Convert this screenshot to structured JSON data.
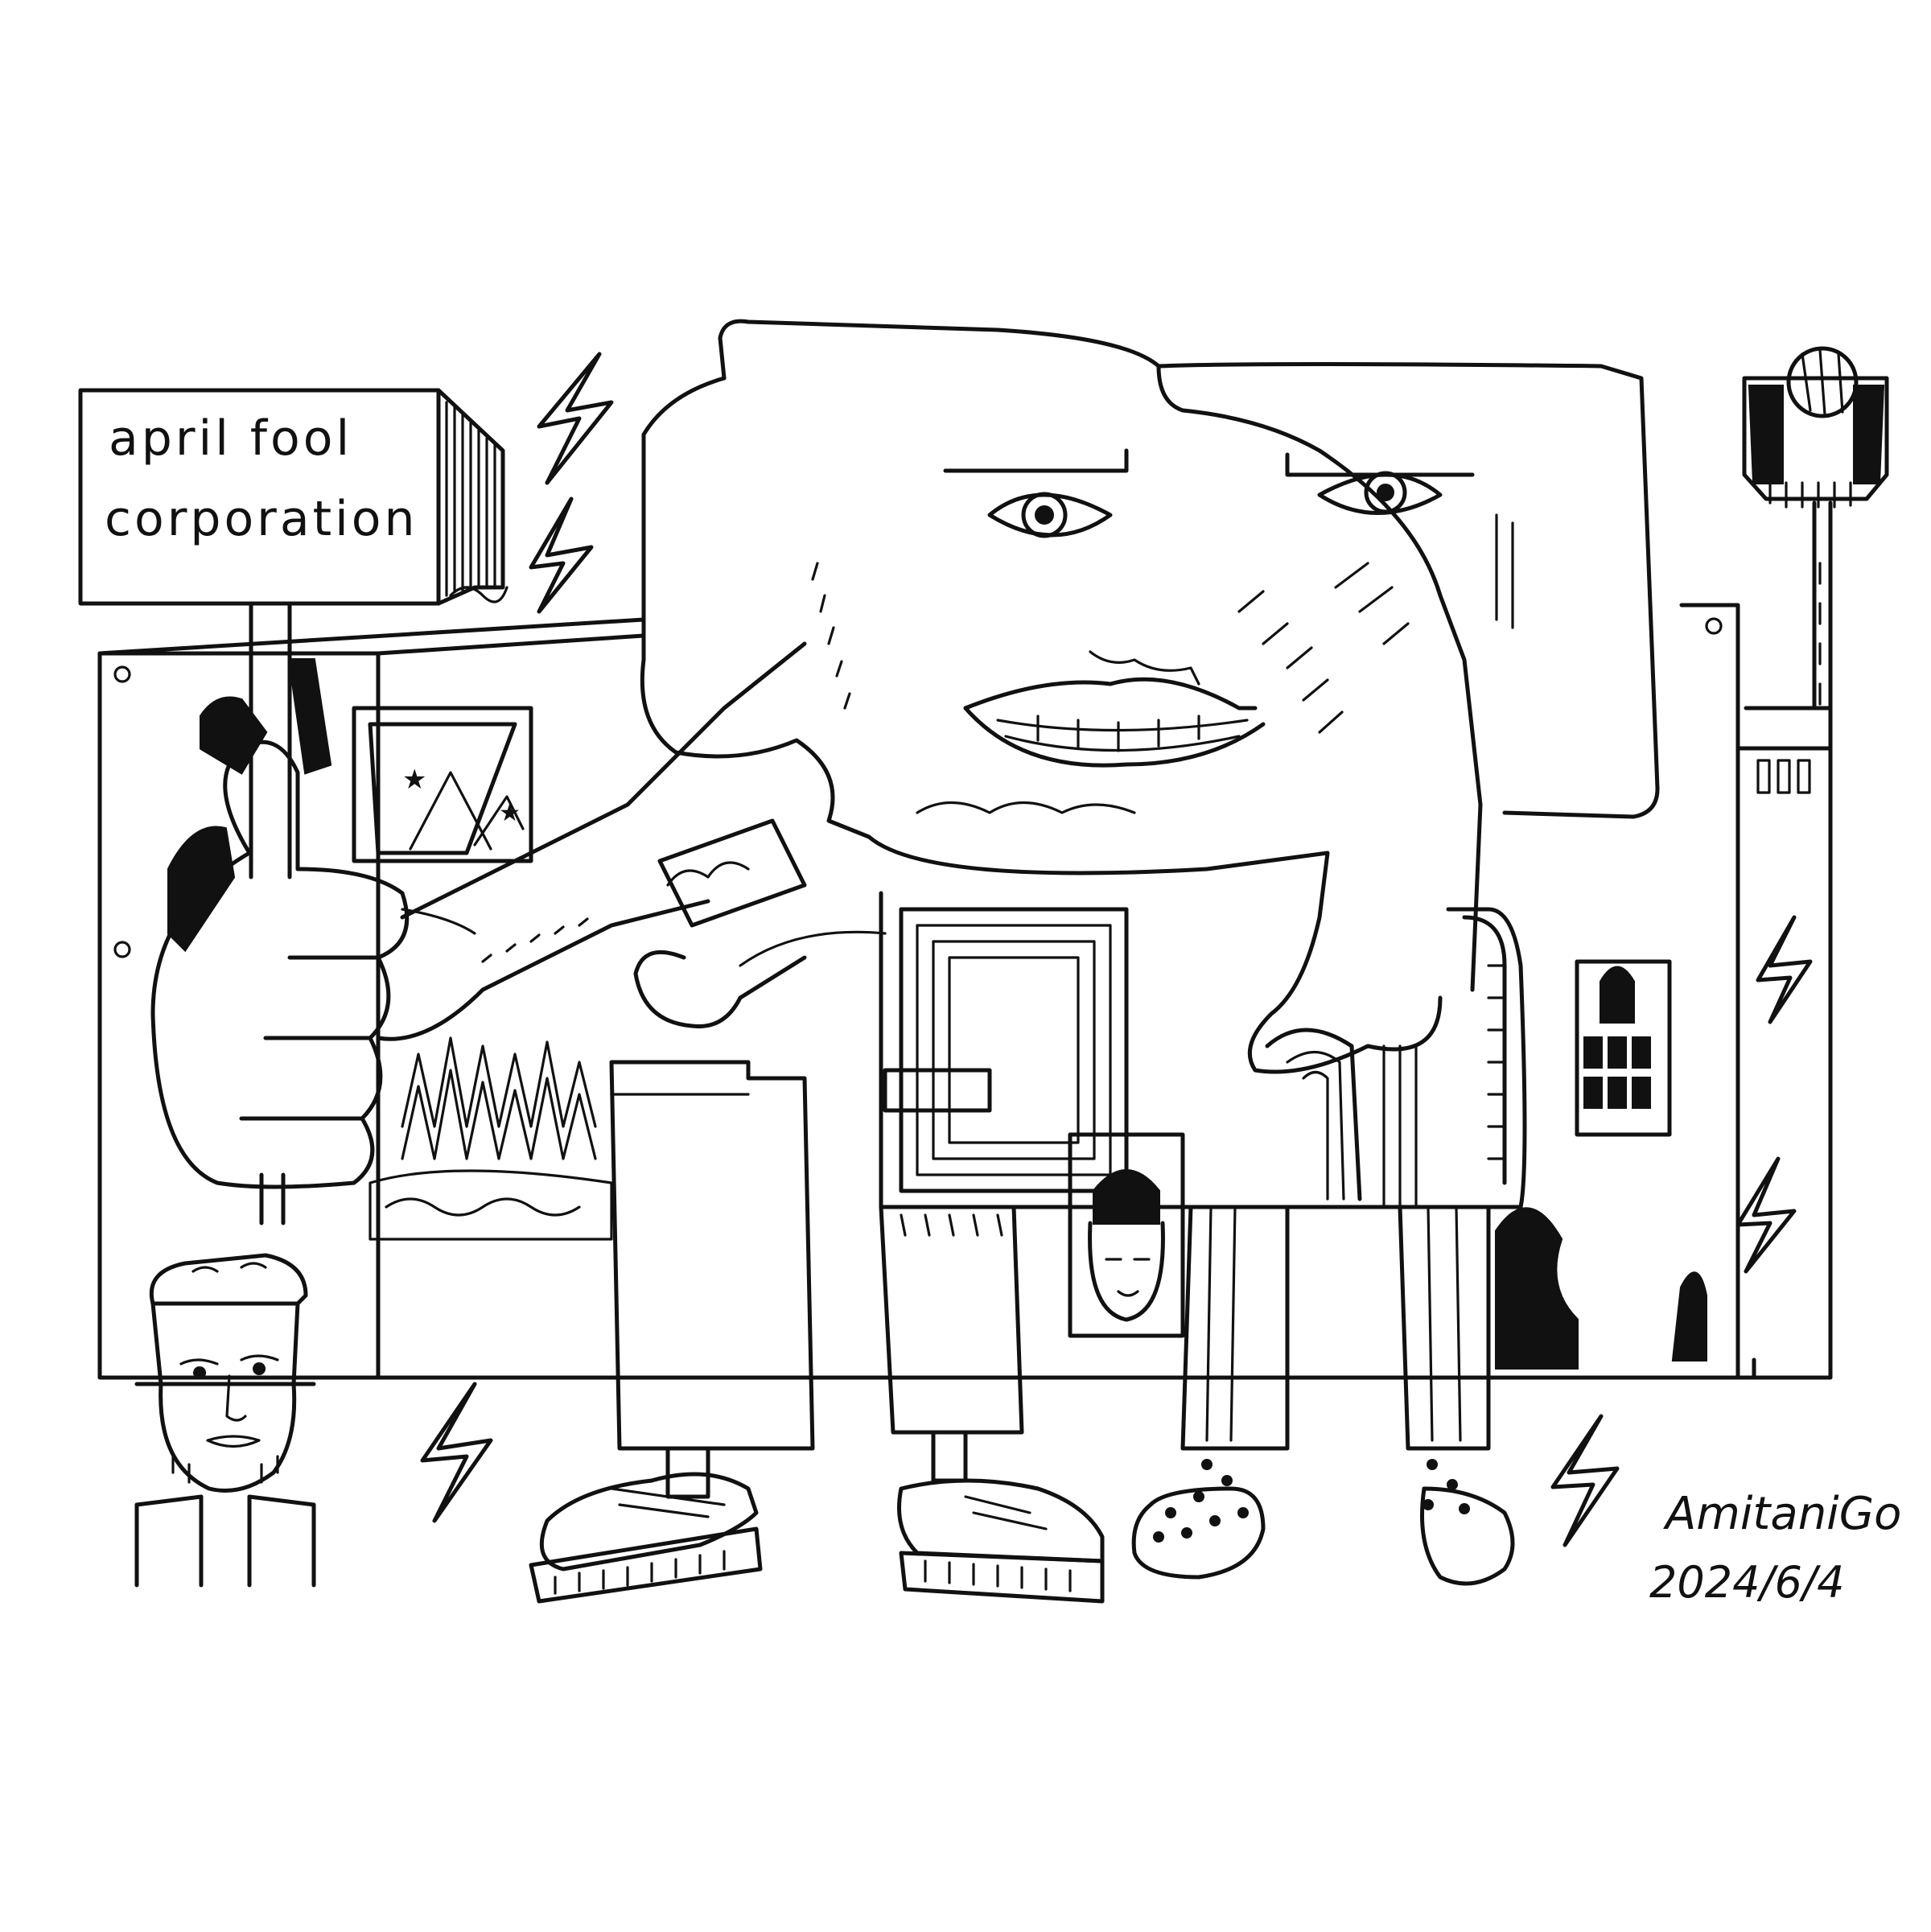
{
  "sign": {
    "line1": "april fool",
    "line2": "corporation"
  },
  "signature": {
    "name": "AmitaniGo",
    "date": "2024/6/4"
  },
  "colors": {
    "paper": "#ffffff",
    "ink": "#111111"
  }
}
